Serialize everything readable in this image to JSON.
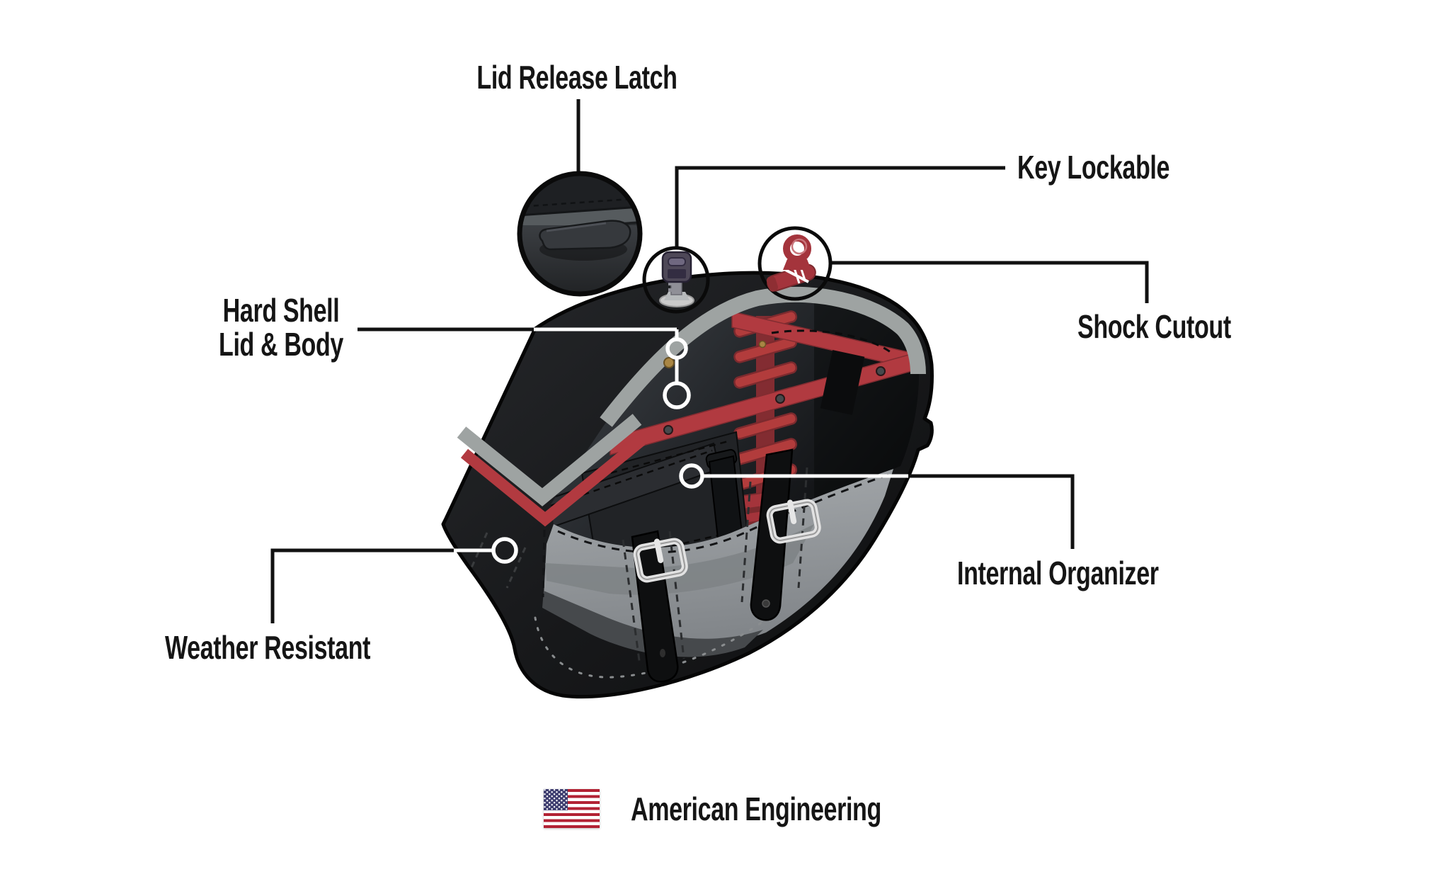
{
  "callouts": {
    "lid_release_latch": {
      "label": "Lid Release Latch"
    },
    "key_lockable": {
      "label": "Key Lockable"
    },
    "shock_cutout": {
      "label": "Shock Cutout"
    },
    "hard_shell": {
      "label_line1": "Hard Shell",
      "label_line2": "Lid & Body"
    },
    "internal_organizer": {
      "label": "Internal Organizer"
    },
    "weather_resistant": {
      "label": "Weather Resistant"
    }
  },
  "footer": {
    "label": "American Engineering",
    "flag_icon": "us-flag-icon"
  },
  "colors": {
    "accent_red": "#b23a40",
    "hardware_red": "#a4343c",
    "bag_black": "#1a1b1d",
    "trim_gray": "#9ea3a2",
    "panel_gray": "#9aa0a2",
    "label_text": "#151515",
    "flag_red": "#B22234",
    "flag_blue": "#3C3B6E",
    "buckle_silver": "#e2e2e2"
  },
  "icons": [
    "lid-latch-detail-icon",
    "key-icon",
    "shock-absorber-icon",
    "us-flag-icon",
    "callout-ring-icon"
  ]
}
